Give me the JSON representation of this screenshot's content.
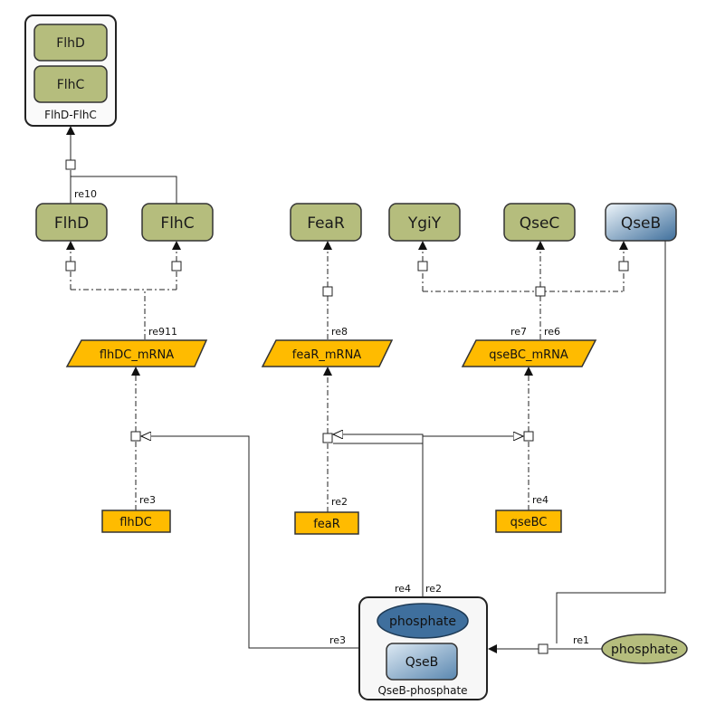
{
  "complexes": {
    "flhdc_complex": {
      "label": "FlhD-FlhC",
      "members": [
        "FlhD",
        "FlhC"
      ]
    },
    "qseb_phosphate": {
      "label": "QseB-phosphate",
      "members": [
        "phosphate",
        "QseB"
      ]
    }
  },
  "proteins": {
    "flhd": "FlhD",
    "flhc": "FlhC",
    "fear": "FeaR",
    "ygiy": "YgiY",
    "qsec": "QseC",
    "qseb": "QseB"
  },
  "rnas": {
    "flhdc_mrna": "flhDC_mRNA",
    "fear_mrna": "feaR_mRNA",
    "qsebc_mrna": "qseBC_mRNA"
  },
  "genes": {
    "flhdc": "flhDC",
    "fear": "feaR",
    "qsebc": "qseBC"
  },
  "simple_molecules": {
    "phosphate": "phosphate"
  },
  "reaction_labels": {
    "re10": "re10",
    "re9_11": "re911",
    "re8": "re8",
    "re7": "re7",
    "re5_6": "re6",
    "re3_top": "re3",
    "re2_top": "re2",
    "re4_top": "re4",
    "re2_4_bottom": "re4",
    "re2_bottom": "re2",
    "re3_bottom": "re3",
    "re1": "re1"
  },
  "colors": {
    "protein_fill": "#b5bd7d",
    "protein_stroke": "#333333",
    "rna_fill": "#ffbb00",
    "gene_fill": "#ffbb00",
    "qseb_gradient_light": "#e2eef6",
    "qseb_gradient_dark": "#4a7ca8",
    "phosphate_inner": "#3f6f9d",
    "simple_molecule_fill": "#b5bd7d"
  }
}
